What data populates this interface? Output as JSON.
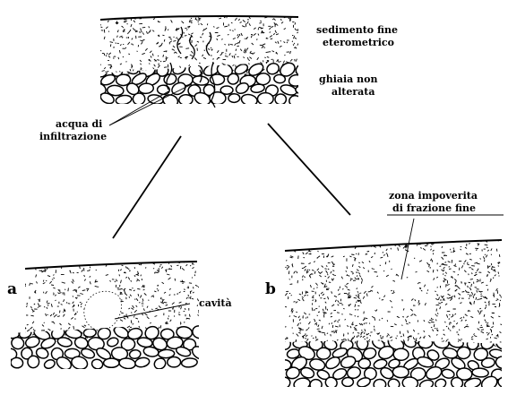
{
  "labels": {
    "top_sediment_line1": "sedimento fine",
    "top_sediment_line2": "eterometrico",
    "top_gravel_line1": "ghiaia non",
    "top_gravel_line2": "alterata",
    "water_line1": "acqua di",
    "water_line2": "infiltrazione",
    "panel_a": "a",
    "cavity": "cavità",
    "panel_b": "b",
    "zone_line1": "zona impoverita",
    "zone_line2": "di frazione fine"
  },
  "colors": {
    "ink": "#000000",
    "background": "#ffffff"
  }
}
